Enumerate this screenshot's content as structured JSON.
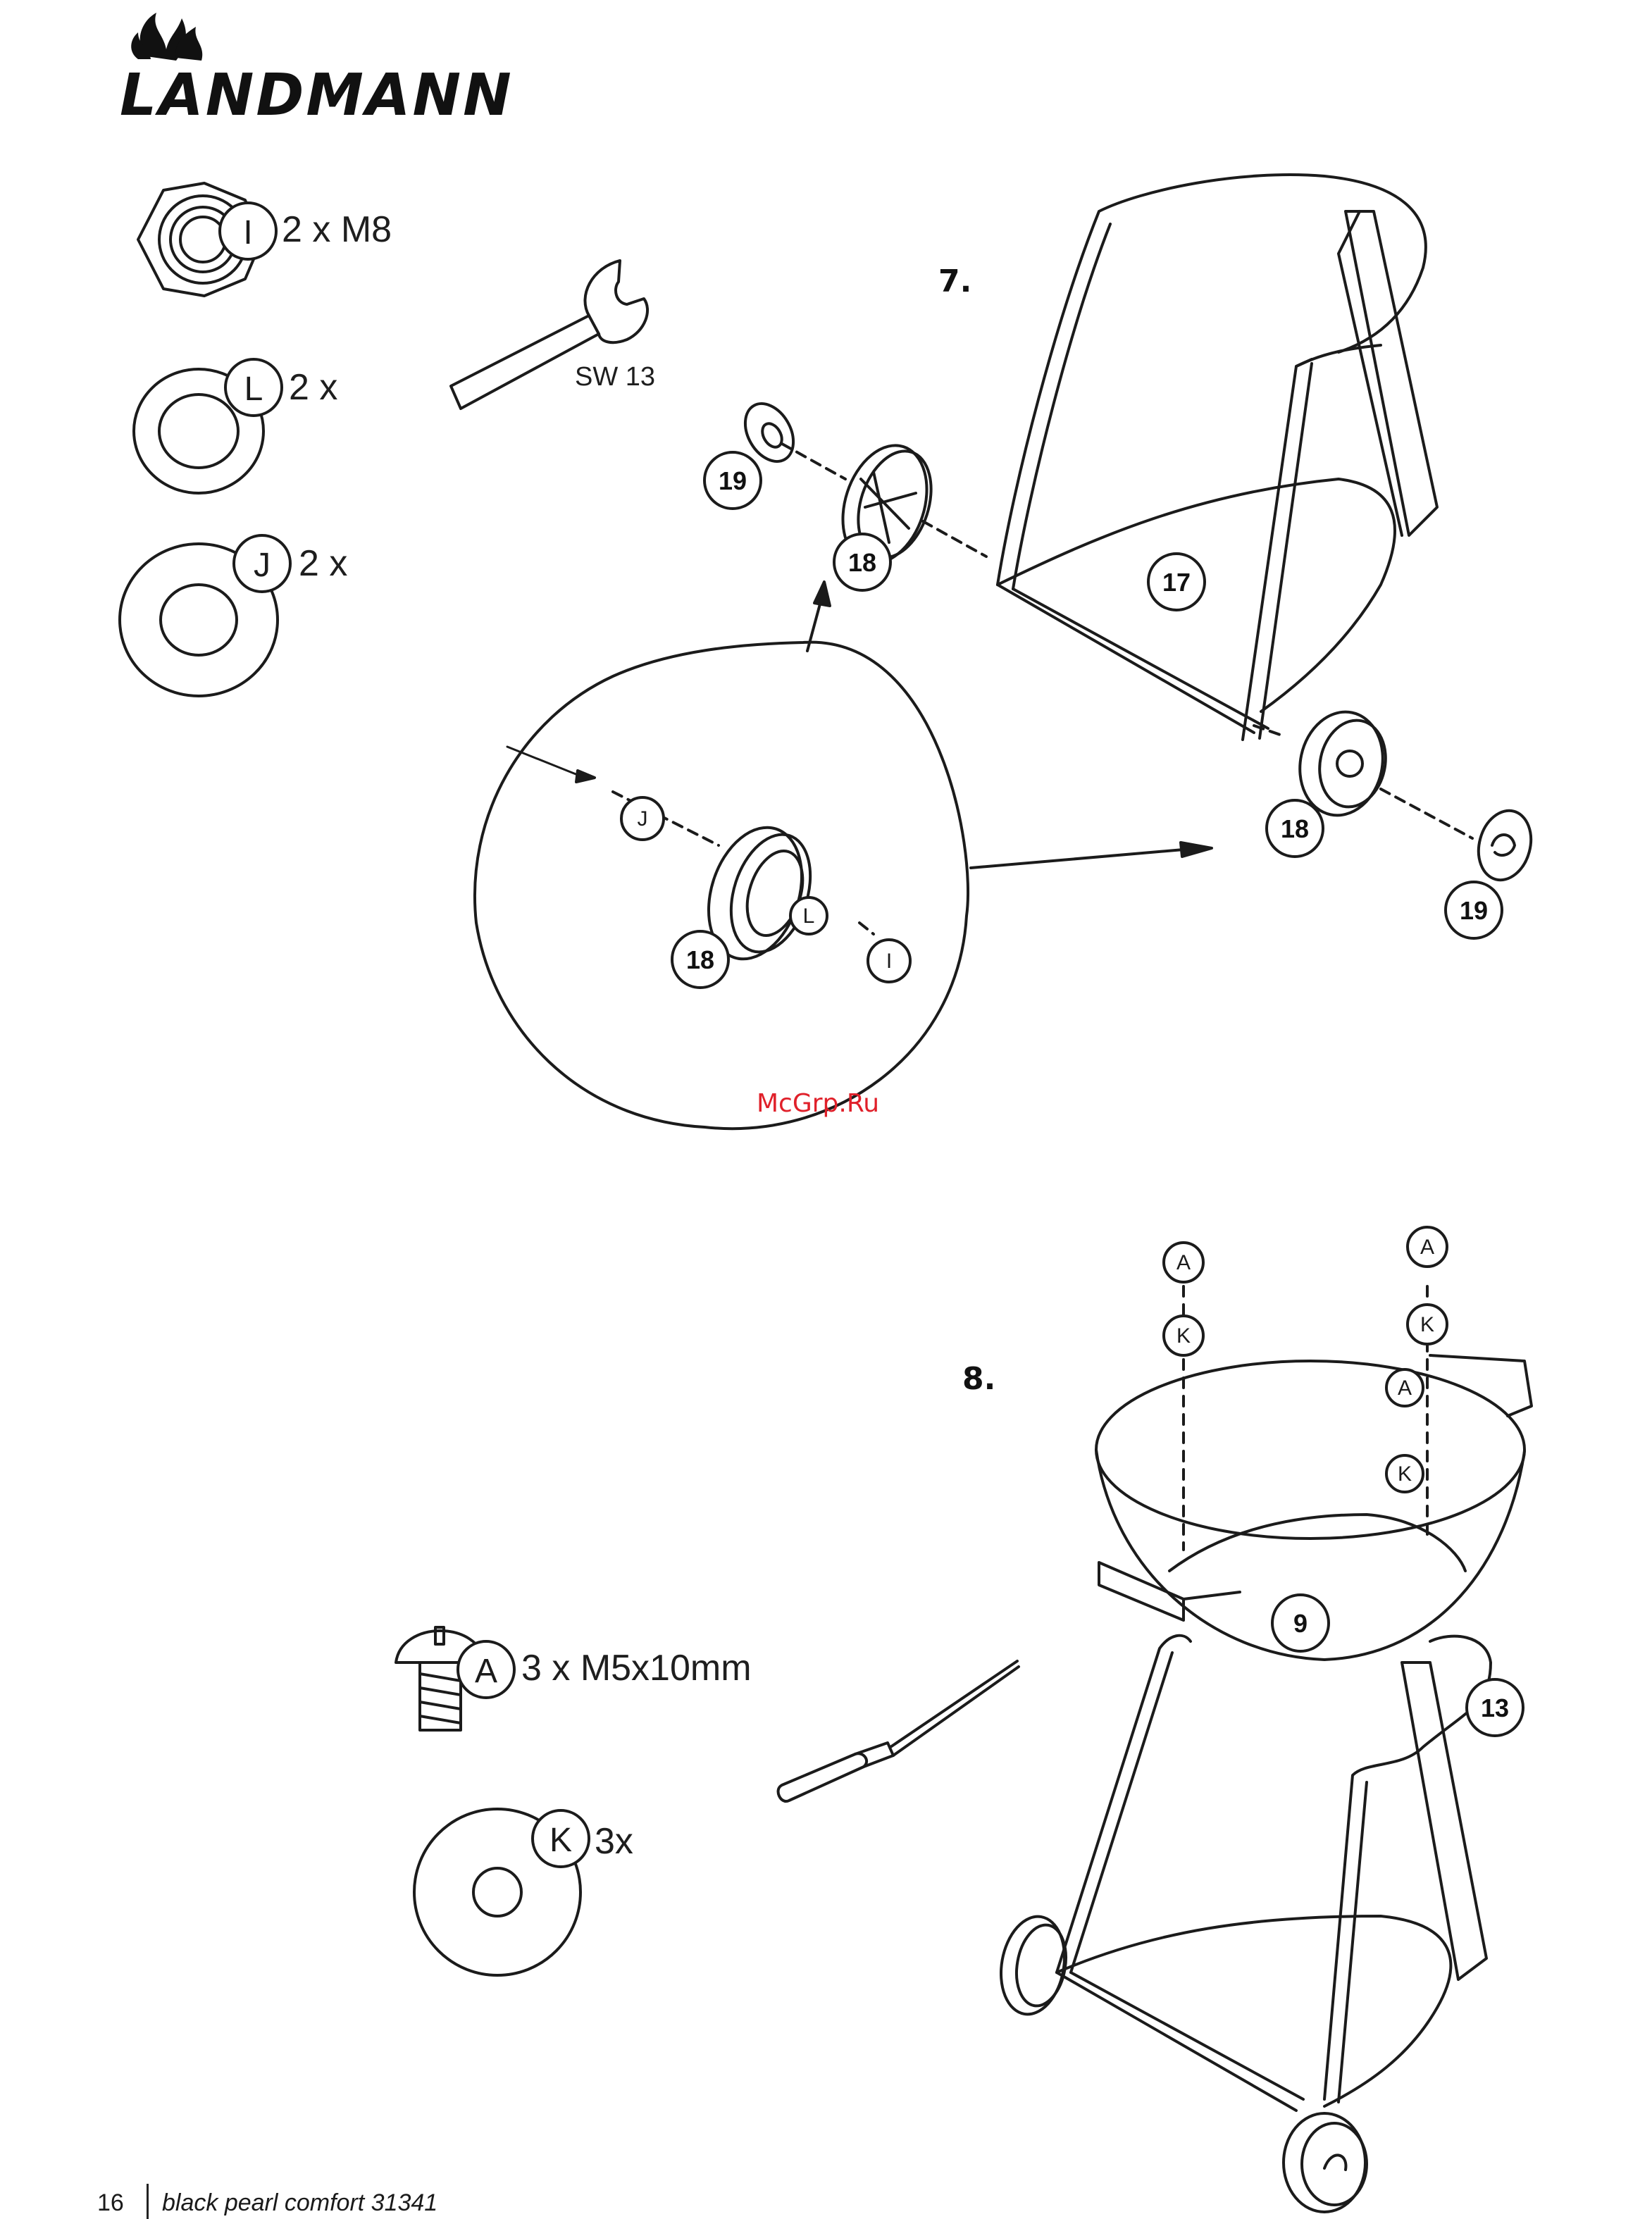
{
  "header": {
    "brand": "LANDMANN"
  },
  "step7": {
    "number": "7.",
    "parts": [
      {
        "letter": "I",
        "qty": "2 x M8"
      },
      {
        "letter": "L",
        "qty": "2 x"
      },
      {
        "letter": "J",
        "qty": "2 x"
      }
    ],
    "tool_label": "SW 13",
    "callouts": {
      "frame": "17",
      "wheel": "18",
      "cap": "19"
    },
    "detail_letters": {
      "washer_large": "J",
      "washer_small": "L",
      "nut": "I"
    }
  },
  "step8": {
    "number": "8.",
    "parts": [
      {
        "letter": "A",
        "qty": "3 x M5x10mm"
      },
      {
        "letter": "K",
        "qty": "3x"
      }
    ],
    "callouts": {
      "bowl": "9",
      "handle": "13"
    }
  },
  "watermark": "McGrp.Ru",
  "footer": {
    "page": "16",
    "title": "black pearl comfort 31341"
  },
  "icons": [
    "flame-logo-icon",
    "nut-icon",
    "washer-icon",
    "wrench-icon",
    "screw-icon",
    "screwdriver-icon",
    "arrow-icon"
  ]
}
